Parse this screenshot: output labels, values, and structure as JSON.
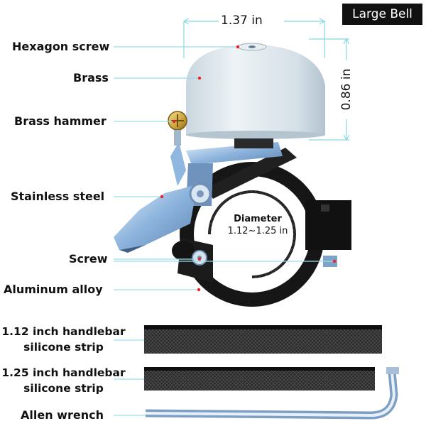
{
  "badge": "Large Bell",
  "dimensions": {
    "width": "1.37 in",
    "height": "0.86 in",
    "diameter_title": "Diameter",
    "diameter_value": "1.12~1.25 in"
  },
  "labels": {
    "hex_screw": "Hexagon screw",
    "brass": "Brass",
    "hammer": "Brass hammer",
    "steel": "Stainless steel",
    "screw": "Screw",
    "aluminum": "Aluminum alloy",
    "strip1_line1": "1.12 inch handlebar",
    "strip1_line2": "silicone strip",
    "strip2_line1": "1.25 inch handlebar",
    "strip2_line2": "silicone strip",
    "wrench": "Allen wrench"
  },
  "colors": {
    "leader": "#9adfe6",
    "dot": "#e8232a",
    "bell": "#d6e2ea",
    "steel": "#8fb7e0",
    "clamp": "#181818",
    "strip": "#1c1c1c"
  }
}
